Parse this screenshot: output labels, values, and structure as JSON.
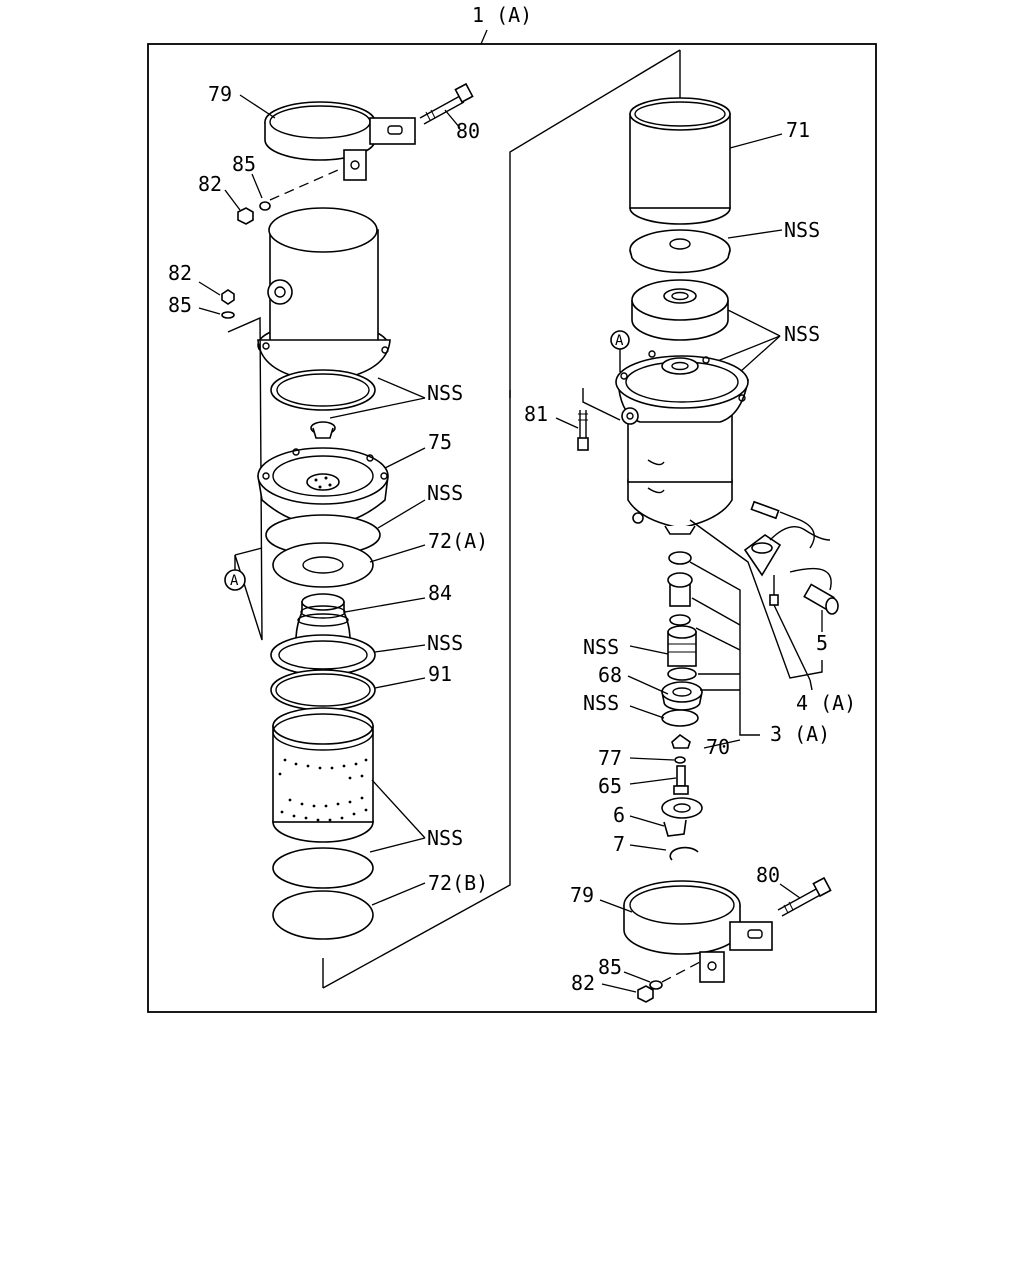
{
  "title_callout": "1 (A)",
  "callouts": {
    "c79a": "79",
    "c80a": "80",
    "c85a": "85",
    "c82a": "82",
    "c82b": "82",
    "c85b": "85",
    "nss1": "NSS",
    "c75": "75",
    "nss2": "NSS",
    "c72a": "72(A)",
    "c84": "84",
    "nss3": "NSS",
    "c91": "91",
    "nss4": "NSS",
    "c72b": "72(B)",
    "c71": "71",
    "nss5": "NSS",
    "nss6": "NSS",
    "c81": "81",
    "nss7": "NSS",
    "c68": "68",
    "nss8": "NSS",
    "c70": "70",
    "c3a": "3 (A)",
    "c77": "77",
    "c65": "65",
    "c6": "6",
    "c7": "7",
    "c5": "5",
    "c4a": "4 (A)",
    "c79b": "79",
    "c80b": "80",
    "c85c": "85",
    "c82c": "82"
  },
  "ref_marks": {
    "ref_left": "A",
    "ref_right": "A"
  }
}
